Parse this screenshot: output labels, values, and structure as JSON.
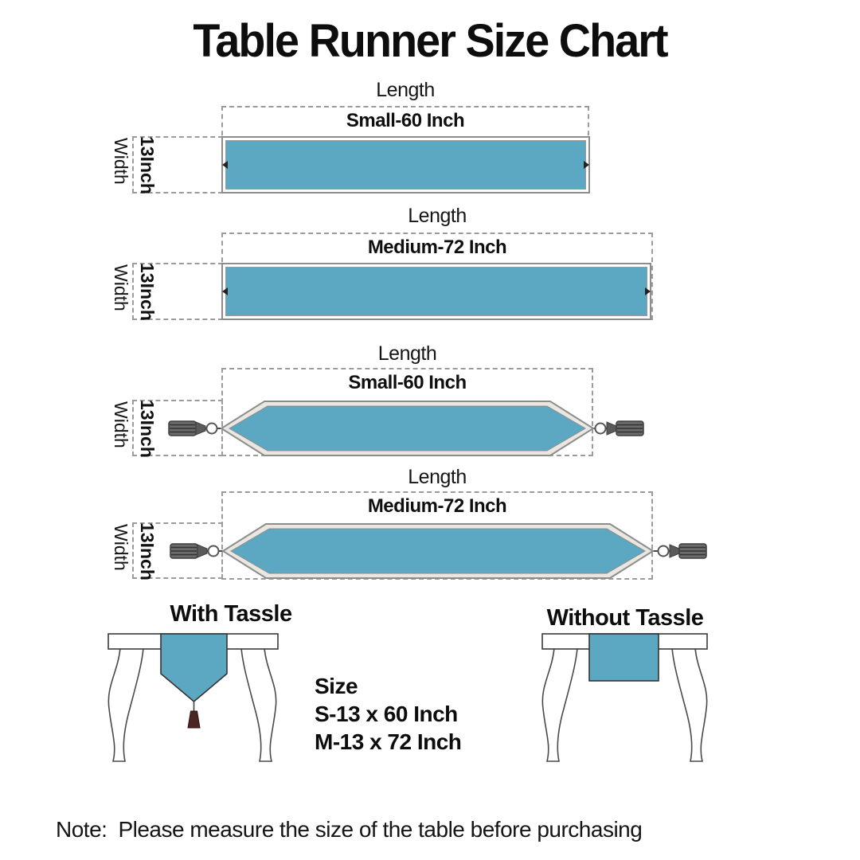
{
  "title": "Table Runner Size Chart",
  "colors": {
    "runner_fill": "#5CA7C1",
    "runner_trim": "#EAE7E1",
    "outline_gray": "#8D8D8D",
    "dash_gray": "#9B9B9B",
    "tassel_dark": "#4F4F4F",
    "table_tassel_maroon": "#4A2522"
  },
  "diagrams": [
    {
      "type": "rectangular",
      "length_label": "Length",
      "size_label": "Small-60 Inch",
      "width_label": "Width",
      "width_value": "13Inch"
    },
    {
      "type": "rectangular",
      "length_label": "Length",
      "size_label": "Medium-72 Inch",
      "width_label": "Width",
      "width_value": "13Inch"
    },
    {
      "type": "pointed_with_tassels",
      "length_label": "Length",
      "size_label": "Small-60 Inch",
      "width_label": "Width",
      "width_value": "13Inch"
    },
    {
      "type": "pointed_with_tassels",
      "length_label": "Length",
      "size_label": "Medium-72 Inch",
      "width_label": "Width",
      "width_value": "13Inch"
    }
  ],
  "legend": {
    "with_tassle": "With Tassle",
    "without_tassle": "Without Tassle"
  },
  "sizes": {
    "heading": "Size",
    "lines": [
      "S-13 x 60 Inch",
      "M-13 x 72 Inch"
    ]
  },
  "note": {
    "label": "Note:",
    "text": "Please measure the size of the table before purchasing"
  }
}
